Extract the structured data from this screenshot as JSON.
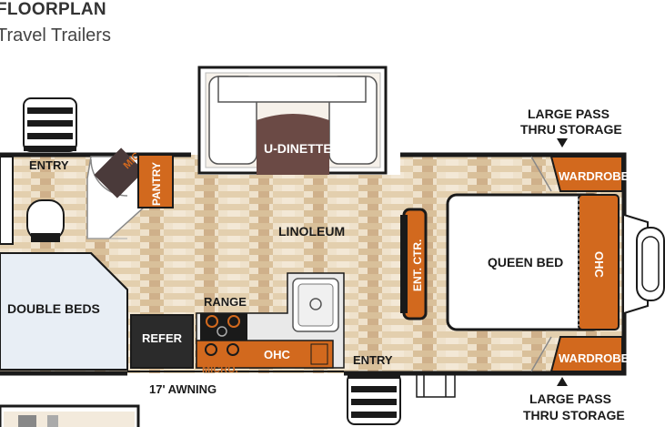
{
  "header": {
    "title": "FLOORPLAN",
    "subtitle": "Travel Trailers"
  },
  "labels": {
    "entry_top": "ENTRY",
    "mic": "MIC",
    "pantry": "PANTRY",
    "u_dinette": "U-DINETTE",
    "linoleum": "LINOLEUM",
    "large_pass_top_1": "LARGE PASS",
    "large_pass_top_2": "THRU STORAGE",
    "wardrobe_top": "WARDROBE",
    "wardrobe_bottom": "WARDROBE",
    "queen_bed": "QUEEN BED",
    "ohc_bed": "OHC",
    "ent_ctr": "ENT. CTR.",
    "double_beds": "DOUBLE BEDS",
    "range": "RANGE",
    "refer": "REFER",
    "micro": "MICRO.",
    "ohc_kitchen": "OHC",
    "entry_bottom": "ENTRY",
    "awning": "17' AWNING",
    "large_pass_bottom_1": "LARGE PASS",
    "large_pass_bottom_2": "THRU STORAGE"
  },
  "colors": {
    "orange": "#d2691e",
    "wall": "#1a1a1a",
    "floor_light": "#efe2cc",
    "floor_dark": "#c9ac86",
    "dinette_seat": "#6b4a45",
    "refer": "#2b2b2b"
  }
}
